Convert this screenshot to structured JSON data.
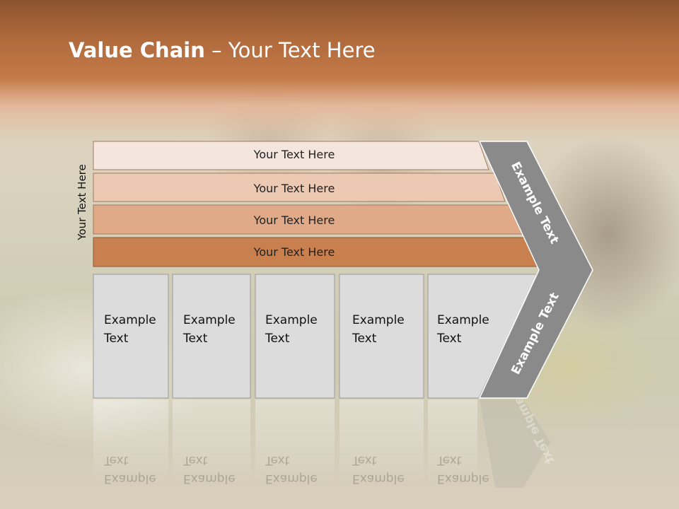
{
  "title": {
    "bold": "Value Chain",
    "rest": " – Your Text Here"
  },
  "side_label": "Your Text Here",
  "bars": [
    {
      "label": "Your Text Here",
      "color": "#f4e6dc"
    },
    {
      "label": "Your Text Here",
      "color": "#ecc9b2"
    },
    {
      "label": "Your Text Here",
      "color": "#e0aa88"
    },
    {
      "label": "Your Text Here",
      "color": "#c8804e"
    }
  ],
  "boxes": [
    {
      "line1": "Example",
      "line2": "Text"
    },
    {
      "line1": "Example",
      "line2": "Text"
    },
    {
      "line1": "Example",
      "line2": "Text"
    },
    {
      "line1": "Example",
      "line2": "Text"
    },
    {
      "line1": "Example",
      "line2": "Text"
    }
  ],
  "arrow": {
    "upper": "Example Text",
    "lower": "Example Text",
    "color": "#8a8a8a"
  },
  "colors": {
    "box_fill": "#dcdcdc",
    "box_border": "#9a9a9a",
    "title": "#ffffff"
  }
}
